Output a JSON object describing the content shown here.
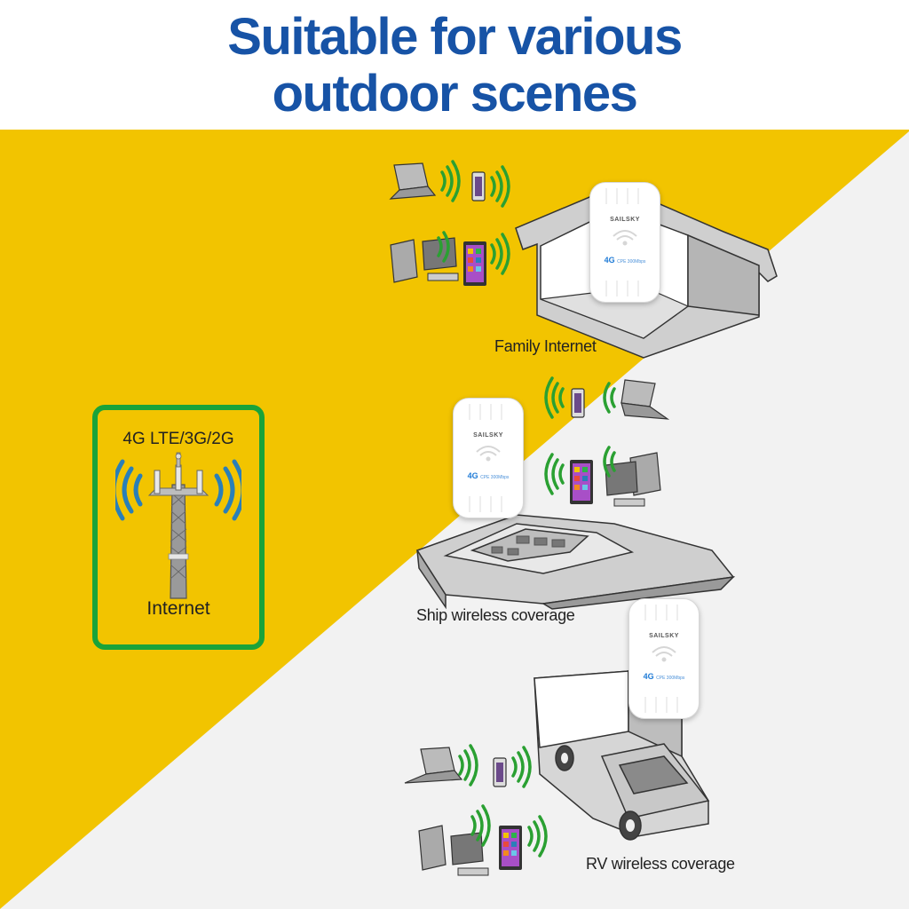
{
  "title": {
    "line1": "Suitable for various",
    "line2": "outdoor scenes"
  },
  "tower": {
    "frequency_label": "4G LTE/3G/2G",
    "internet_label": "Internet"
  },
  "scenes": [
    {
      "caption": "Family Internet"
    },
    {
      "caption": "Ship wireless coverage"
    },
    {
      "caption": "RV wireless coverage"
    }
  ],
  "cpe": {
    "brand": "SAILSKY",
    "badge_main": "4G",
    "badge_sub": "CPE 300Mbps"
  },
  "colors": {
    "title": "#1753a6",
    "yellow": "#f2c400",
    "light_gray": "#f2f2f2",
    "tower_box_border": "#1aa33a",
    "signal_green": "#2aa032",
    "signal_blue": "#2a7fb8"
  }
}
